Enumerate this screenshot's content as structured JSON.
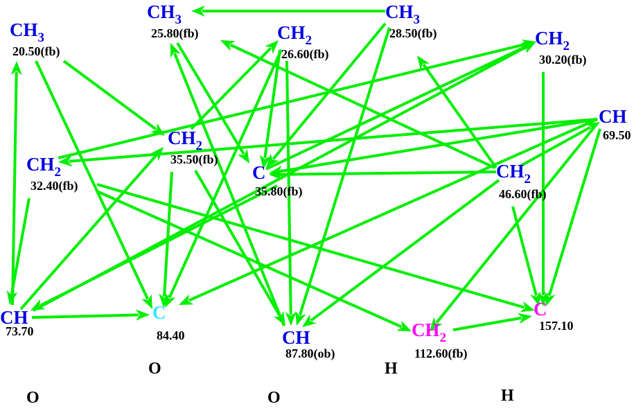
{
  "diagram": {
    "type": "HMBC-style correlation network",
    "edge_color": "#00ee00",
    "colors": {
      "blue": "#0000e0",
      "cyan": "#33e6ff",
      "magenta": "#ff00ff",
      "shift_text": "#000000"
    },
    "nodes": [
      {
        "id": "n20_5",
        "group": "CH",
        "sub": "3",
        "shift": "20.50(fb)",
        "color": "blue"
      },
      {
        "id": "n25_8",
        "group": "CH",
        "sub": "3",
        "shift": "25.80(fb)",
        "color": "blue"
      },
      {
        "id": "n26_6",
        "group": "CH",
        "sub": "2",
        "shift": "26.60(fb)",
        "color": "blue"
      },
      {
        "id": "n28_5",
        "group": "CH",
        "sub": "3",
        "shift": "28.50(fb)",
        "color": "blue"
      },
      {
        "id": "n30_2",
        "group": "CH",
        "sub": "2",
        "shift": "30.20(fb)",
        "color": "blue"
      },
      {
        "id": "n69_5",
        "group": "CH",
        "sub": "",
        "shift": "69.50",
        "color": "blue"
      },
      {
        "id": "n35_5",
        "group": "CH",
        "sub": "2",
        "shift": "35.50(fb)",
        "color": "blue"
      },
      {
        "id": "n32_4",
        "group": "CH",
        "sub": "2",
        "shift": "32.40(fb)",
        "color": "blue"
      },
      {
        "id": "n35_8",
        "group": "C",
        "sub": "",
        "shift": "35.80(fb)",
        "color": "blue"
      },
      {
        "id": "n46_6",
        "group": "CH",
        "sub": "2",
        "shift": "46.60(fb)",
        "color": "blue"
      },
      {
        "id": "n73_7",
        "group": "CH",
        "sub": "",
        "shift": "73.70",
        "color": "blue"
      },
      {
        "id": "n84_4",
        "group": "C",
        "sub": "",
        "shift": "84.40",
        "color": "cyan"
      },
      {
        "id": "n87_8",
        "group": "CH",
        "sub": "",
        "shift": "87.80(ob)",
        "color": "blue"
      },
      {
        "id": "n112_6",
        "group": "CH",
        "sub": "2",
        "shift": "112.60(fb)",
        "color": "magenta"
      },
      {
        "id": "n157_1",
        "group": "C",
        "sub": "",
        "shift": "157.10",
        "color": "magenta"
      }
    ],
    "heteroatoms": [
      {
        "id": "o1",
        "label": "O"
      },
      {
        "id": "o2",
        "label": "O"
      },
      {
        "id": "o3",
        "label": "O"
      },
      {
        "id": "h1",
        "label": "H"
      },
      {
        "id": "h2",
        "label": "H"
      }
    ],
    "edges": [
      {
        "from": "n28_5",
        "to": "n25_8"
      },
      {
        "from": "n28_5",
        "to": "n35_8"
      },
      {
        "from": "n28_5",
        "to": "n87_8"
      },
      {
        "from": "n73_7",
        "to": "n20_5"
      },
      {
        "from": "n20_5",
        "to": "n35_5"
      },
      {
        "from": "n20_5",
        "to": "n84_4"
      },
      {
        "from": "n25_8",
        "to": "n35_8"
      },
      {
        "from": "n87_8",
        "to": "n25_8"
      },
      {
        "from": "n35_5",
        "to": "n26_6"
      },
      {
        "from": "n26_6",
        "to": "n35_8"
      },
      {
        "from": "n26_6",
        "to": "n84_4"
      },
      {
        "from": "n26_6",
        "to": "n87_8"
      },
      {
        "from": "n32_4",
        "to": "n30_2"
      },
      {
        "from": "n35_8",
        "to": "n30_2"
      },
      {
        "from": "n73_7",
        "to": "n30_2"
      },
      {
        "from": "n69_5",
        "to": "n32_4"
      },
      {
        "from": "n69_5",
        "to": "n35_8"
      },
      {
        "from": "n69_5",
        "to": "n84_4"
      },
      {
        "from": "n69_5",
        "to": "n157_1"
      },
      {
        "from": "n46_6",
        "to": "n69_5"
      },
      {
        "from": "n46_6",
        "to": "n25_8"
      },
      {
        "from": "n46_6",
        "to": "n28_5"
      },
      {
        "from": "n46_6",
        "to": "n35_8"
      },
      {
        "from": "n46_6",
        "to": "n87_8"
      },
      {
        "from": "n46_6",
        "to": "n157_1"
      },
      {
        "from": "n30_2",
        "to": "n157_1"
      },
      {
        "from": "n69_5",
        "to": "n112_6"
      },
      {
        "from": "n73_7",
        "to": "n35_5"
      },
      {
        "from": "n35_5",
        "to": "n84_4"
      },
      {
        "from": "n35_5",
        "to": "n87_8"
      },
      {
        "from": "n32_4",
        "to": "n73_7"
      },
      {
        "from": "n32_4",
        "to": "n112_6"
      },
      {
        "from": "n32_4",
        "to": "n157_1"
      },
      {
        "from": "n35_8",
        "to": "n73_7"
      },
      {
        "from": "n73_7",
        "to": "n84_4"
      },
      {
        "from": "n112_6",
        "to": "n157_1"
      },
      {
        "from": "n32_4",
        "to": "n35_5_dummy"
      }
    ]
  }
}
